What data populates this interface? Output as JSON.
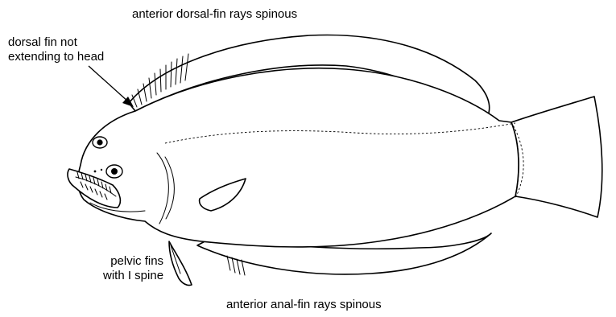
{
  "labels": {
    "top_annotation": "anterior dorsal-fin rays spinous",
    "dorsal_annotation_line1": "dorsal fin not",
    "dorsal_annotation_line2": "extending to head",
    "pelvic_annotation_line1": "pelvic fins",
    "pelvic_annotation_line2": "with I spine",
    "bottom_annotation": "anterior anal-fin rays spinous"
  },
  "colors": {
    "ink": "#000000",
    "background": "#ffffff"
  }
}
